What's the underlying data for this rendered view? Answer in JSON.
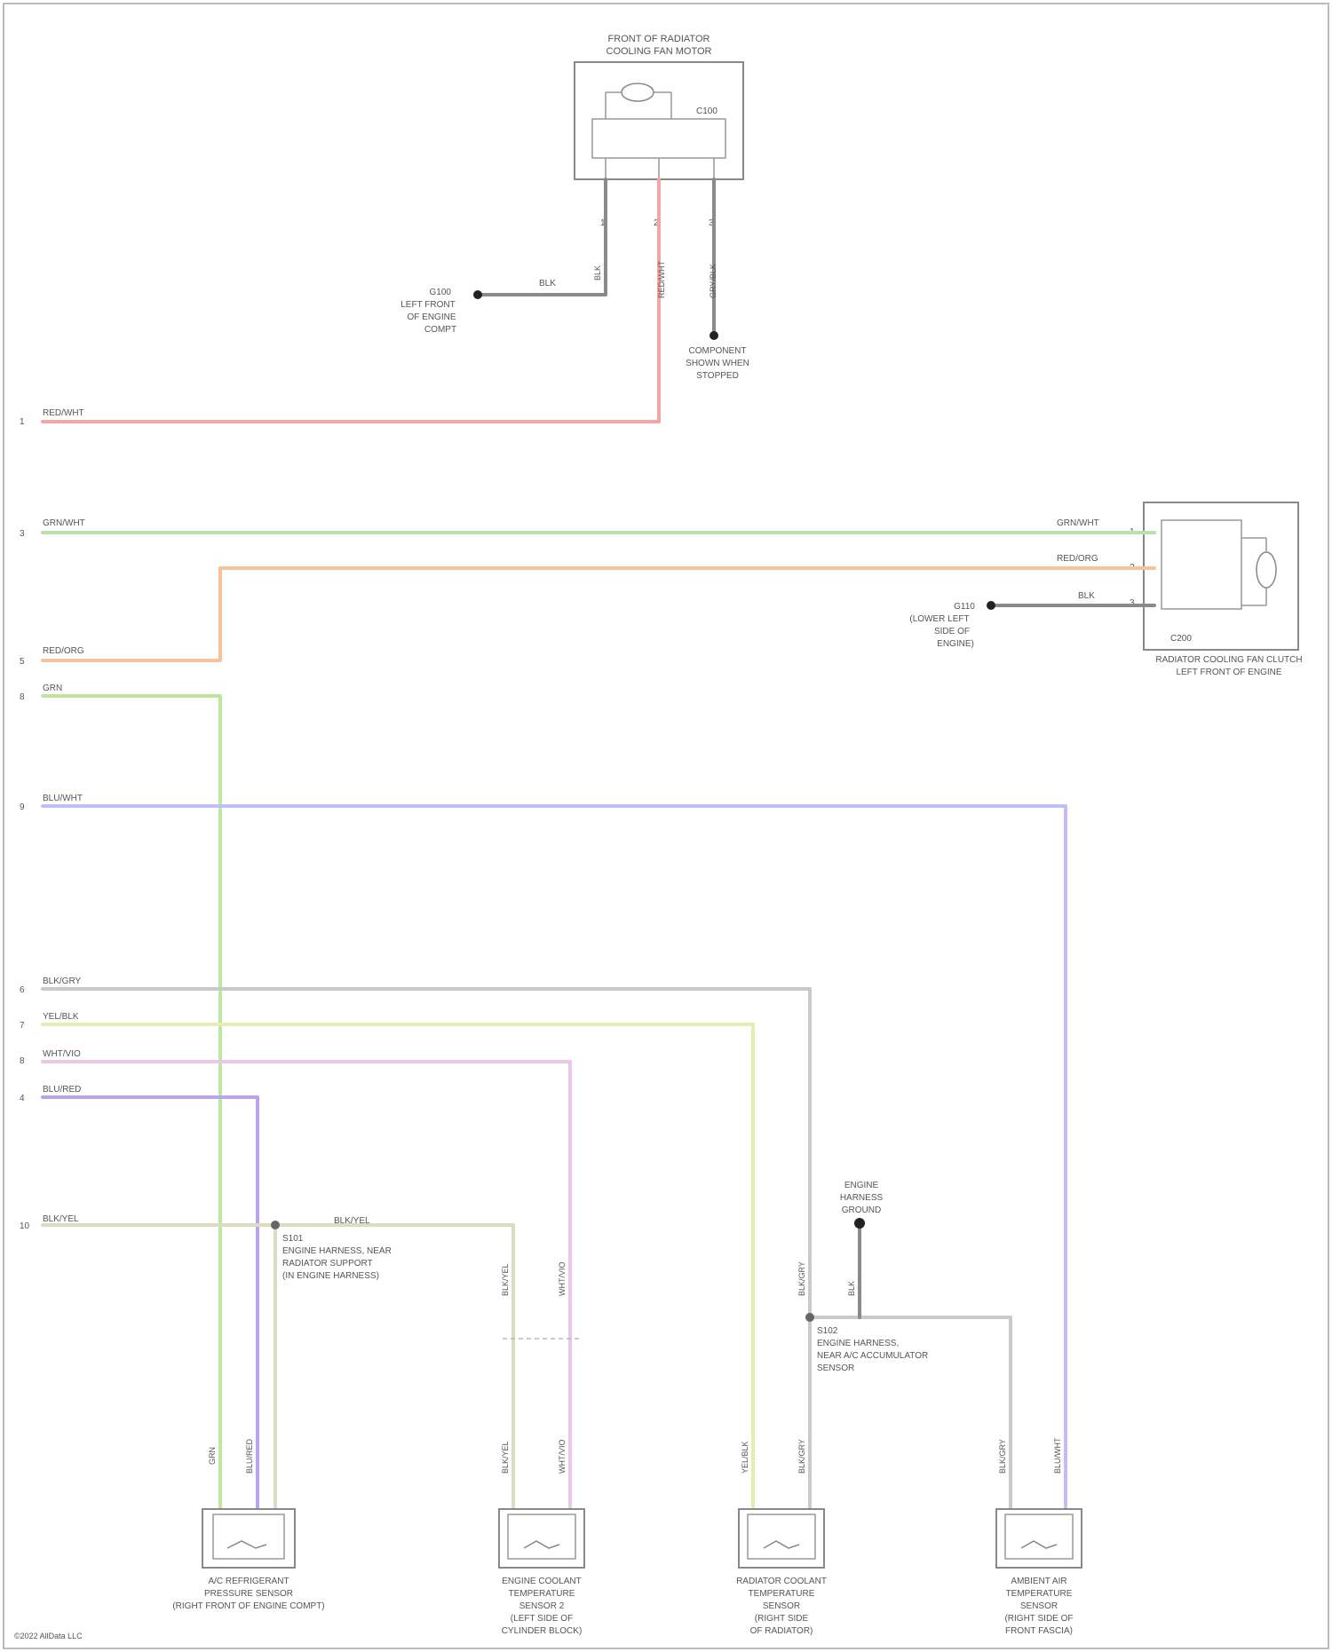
{
  "diagram": {
    "footer": "©2022 AllData LLC",
    "components": {
      "top_motor": {
        "title_line1": "FRONT OF RADIATOR",
        "title_line2": "COOLING FAN MOTOR",
        "name": "C100",
        "pins": [
          "1",
          "2",
          "3"
        ]
      },
      "right_motor": {
        "name": "C200",
        "label_line1": "RADIATOR COOLING FAN CLUTCH",
        "label_line2": "LEFT FRONT OF ENGINE",
        "pins": [
          "1",
          "2",
          "3"
        ]
      },
      "sensor1": {
        "line1": "A/C REFRIGERANT",
        "line2": "PRESSURE SENSOR",
        "line3": "(RIGHT FRONT OF ENGINE COMPT)"
      },
      "sensor2": {
        "line1": "ENGINE COOLANT",
        "line2": "TEMPERATURE",
        "line3": "SENSOR 2",
        "line4": "(LEFT SIDE OF",
        "line5": "CYLINDER BLOCK)"
      },
      "sensor3": {
        "line1": "RADIATOR COOLANT",
        "line2": "TEMPERATURE",
        "line3": "SENSOR",
        "line4": "(RIGHT SIDE",
        "line5": "OF RADIATOR)"
      },
      "sensor4": {
        "line1": "AMBIENT AIR",
        "line2": "TEMPERATURE",
        "line3": "SENSOR",
        "line4": "(RIGHT SIDE OF",
        "line5": "FRONT FASCIA)"
      }
    },
    "grounds": {
      "g1": {
        "line1": "G100",
        "line2": "LEFT FRONT",
        "line3": "OF ENGINE",
        "line4": "COMPT"
      },
      "g2": {
        "line1": "COMPONENT",
        "line2": "SHOWN WHEN",
        "line3": "STOPPED"
      },
      "g3": {
        "line1": "G110",
        "line2": "(LOWER LEFT",
        "line3": "SIDE OF",
        "line4": "ENGINE)"
      },
      "g4": {
        "line1": "ENGINE",
        "line2": "HARNESS",
        "line3": "GROUND"
      }
    },
    "splices": {
      "s1": {
        "line1": "S101",
        "line2": "ENGINE HARNESS, NEAR",
        "line3": "RADIATOR SUPPORT",
        "line4": "(IN ENGINE HARNESS)"
      },
      "s2": {
        "line1": "S102",
        "line2": "ENGINE HARNESS,",
        "line3": "NEAR A/C ACCUMULATOR",
        "line4": "SENSOR"
      }
    },
    "left_pins": [
      "1",
      "3",
      "5",
      "8",
      "9",
      "6",
      "7",
      "8",
      "4",
      "10"
    ],
    "wire_labels": {
      "red_left": "RED/WHT",
      "red_top": "RED/WHT",
      "blk_top": "BLK",
      "blk_top_v": "BLK",
      "gry_top_v": "GRY/BLK",
      "green_left": "GRN/WHT",
      "green_right": "GRN/WHT",
      "orange_left": "RED/ORG",
      "orange_right": "RED/ORG",
      "blk_right": "BLK",
      "grn_left": "GRN",
      "blue_left": "BLU/WHT",
      "gry_left": "BLK/GRY",
      "ylw_left": "YEL/BLK",
      "pink_left": "WHT/VIO",
      "violet_left": "BLU/RED",
      "tan_left": "BLK/YEL",
      "tan_mid": "BLK/YEL",
      "v1": "GRN",
      "v2": "BLU/RED",
      "v3": "BLK/YEL",
      "v4": "WHT/VIO",
      "v5": "BLK/YEL",
      "v6": "WHT/VIO",
      "v7": "YEL/BLK",
      "v8": "BLK/GRY",
      "v9": "BLK/GRY",
      "v10": "BLK/GRY",
      "v11": "BLU/WHT",
      "v12": "BLK"
    },
    "wire_colors": {
      "red": "#f3a6a6",
      "green": "#b7e2a8",
      "orange": "#f6c39c",
      "green2": "#bfe5a4",
      "blue": "#bfbff3",
      "gray": "#c9c9c9",
      "yellow": "#e7ecb2",
      "pink": "#e8c8e6",
      "violet": "#b9a6ea",
      "tan": "#dcdcc2",
      "black": "#8a8a8a"
    }
  }
}
